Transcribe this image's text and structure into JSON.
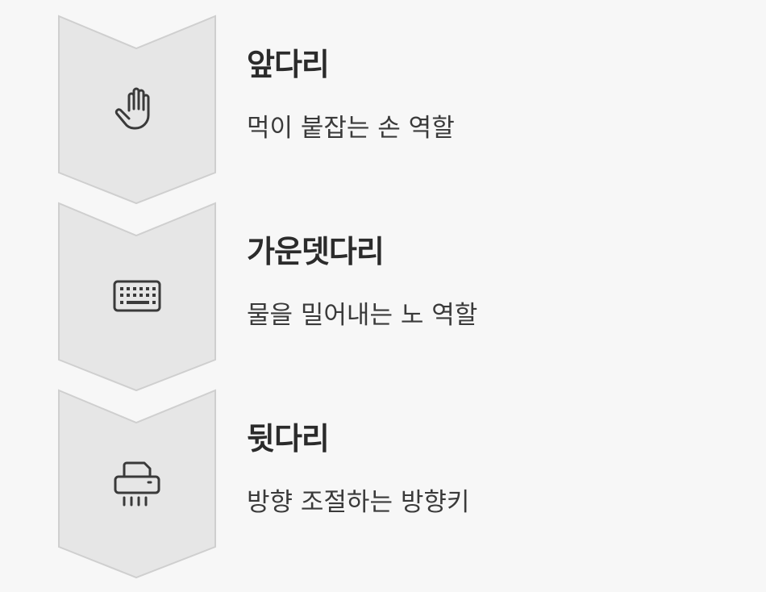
{
  "steps": [
    {
      "title": "앞다리",
      "description": "먹이 붙잡는 손 역할",
      "icon": "hand-icon"
    },
    {
      "title": "가운뎃다리",
      "description": "물을 밀어내는 노 역할",
      "icon": "keyboard-icon"
    },
    {
      "title": "뒷다리",
      "description": "방향 조절하는 방향키",
      "icon": "shredder-icon"
    }
  ],
  "colors": {
    "chevron_fill": "#e6e6e6",
    "chevron_stroke": "#cfcfcf",
    "icon_stroke": "#3a3a3a",
    "background": "#f7f7f7"
  }
}
